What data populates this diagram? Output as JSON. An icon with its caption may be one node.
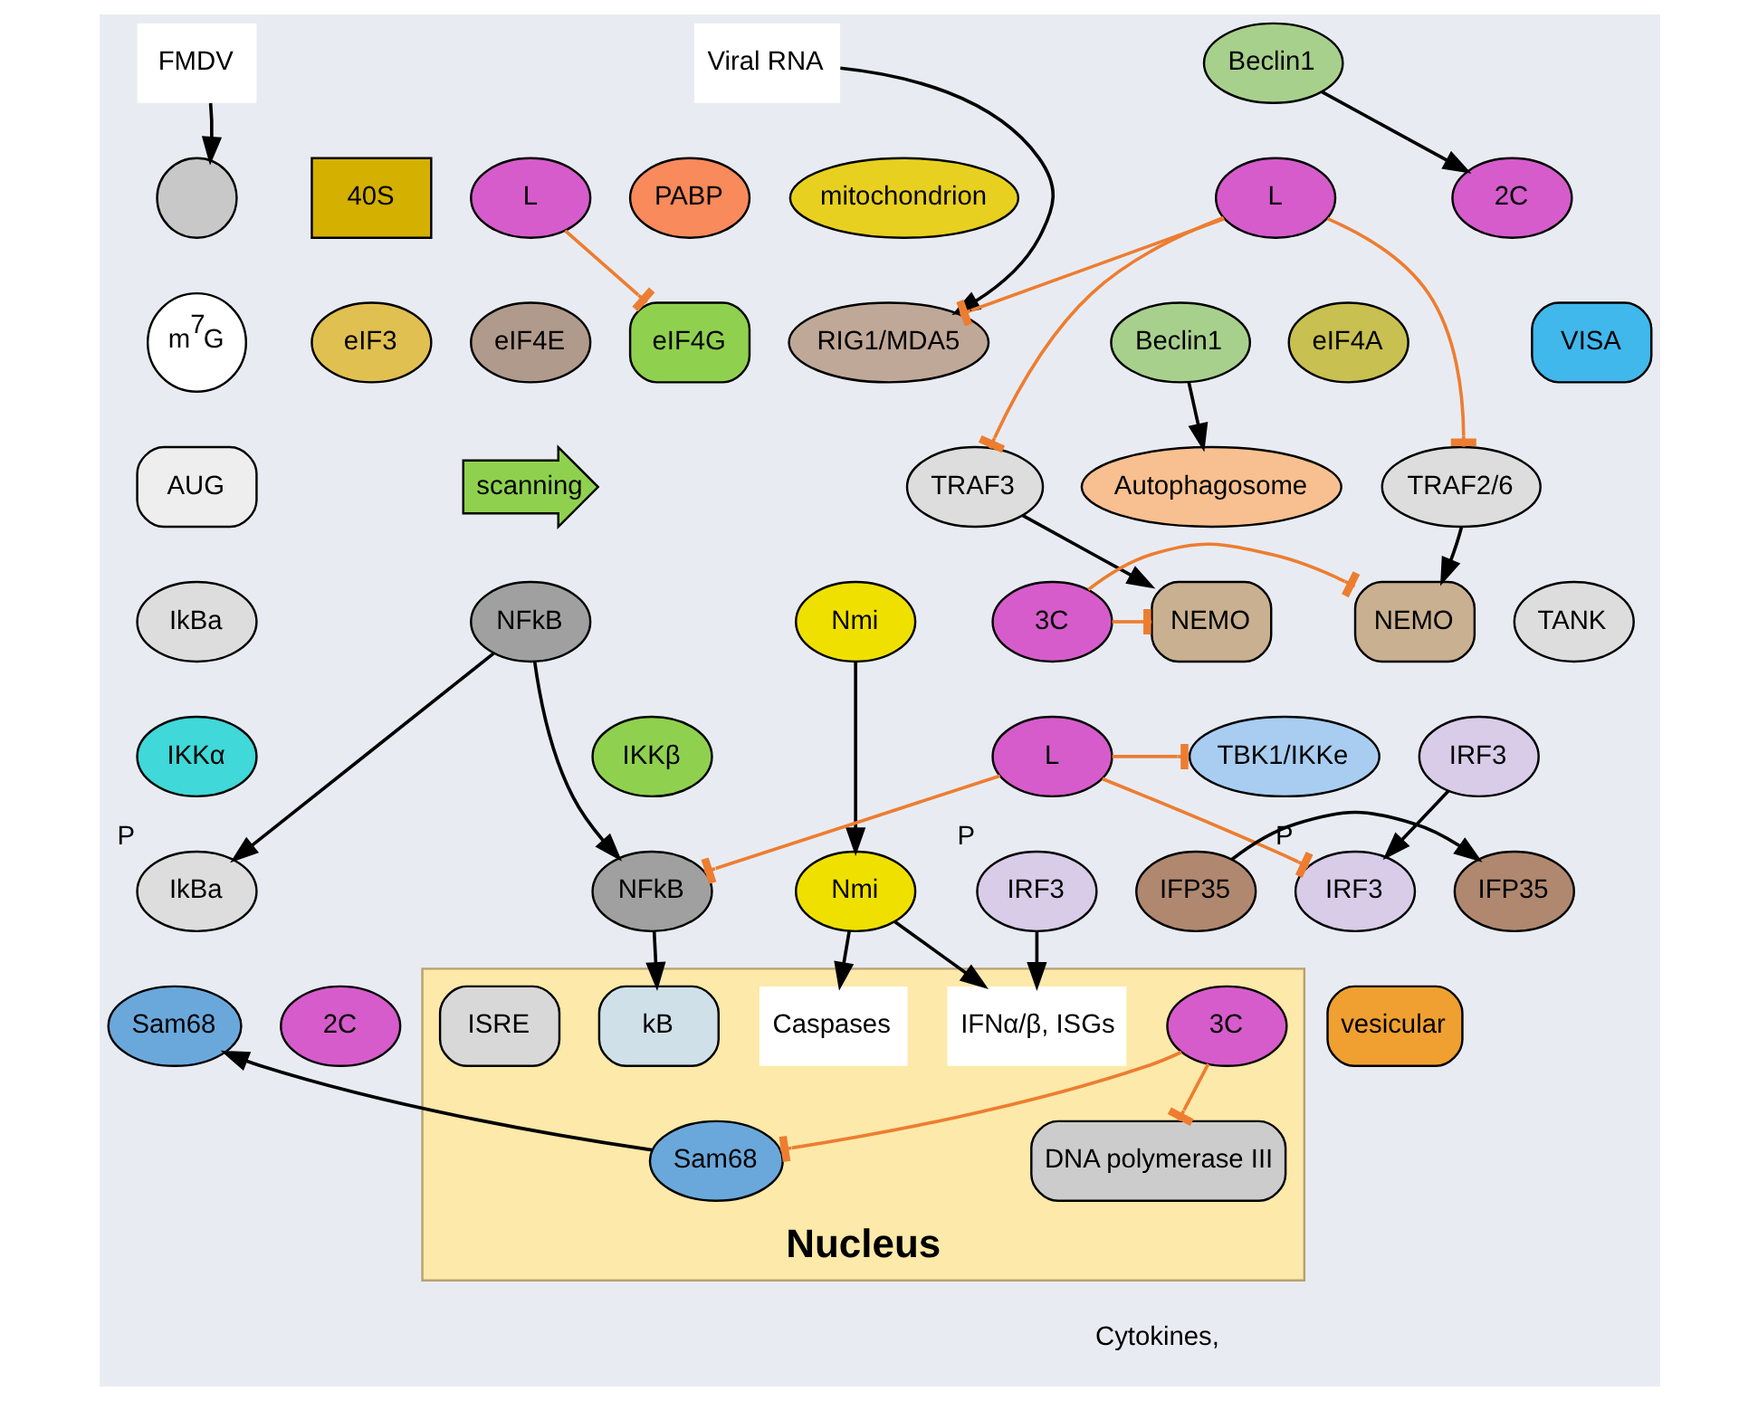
{
  "diagram": {
    "nodes": [
      {
        "text": [
          "FMDV"
        ]
      },
      {
        "text": [],
        "shape": "circle"
      },
      {
        "text": [
          "Viral RNA"
        ]
      },
      {
        "text": [
          "L"
        ]
      },
      {
        "text": [
          "PABP"
        ]
      },
      {
        "text": [
          "40S"
        ]
      },
      {
        "text": [
          "eIF4G"
        ]
      },
      {
        "text": [
          "eIF3"
        ]
      },
      {
        "text": [
          "eIF4E"
        ]
      },
      {
        "text": [
          "eIF4A"
        ]
      },
      {
        "text": [
          "m$^{7}$G"
        ]
      },
      {
        "text": [
          "scanning"
        ]
      },
      {
        "text": [
          "AUG"
        ]
      },
      {
        "text": [
          "RIG1/MDA5"
        ]
      },
      {
        "text": [
          "mitochondrion"
        ]
      },
      {
        "text": [
          "VISA"
        ]
      },
      {
        "text": [
          "TRAF2/6"
        ]
      },
      {
        "text": [
          "TRAF3"
        ]
      },
      {
        "text": [
          "L"
        ]
      },
      {
        "text": [
          "Beclin1"
        ]
      },
      {
        "text": [
          "2C"
        ]
      },
      {
        "text": [
          "Beclin1"
        ]
      },
      {
        "text": [
          "IkBa"
        ]
      },
      {
        "text": [
          "NFkB"
        ]
      },
      {
        "text": [
          "NEMO"
        ]
      },
      {
        "text": [
          "3C"
        ]
      },
      {
        "text": [
          "NEMO"
        ]
      },
      {
        "text": [
          "TANK"
        ]
      },
      {
        "text": [
          "IKKα"
        ]
      },
      {
        "text": [
          "IKKβ"
        ]
      },
      {
        "text": [
          "TBK1/IKKe"
        ]
      },
      {
        "text": [
          "Autophagosome"
        ]
      },
      {
        "text": [
          "Nmi"
        ]
      },
      {
        "text": [
          "IRF3"
        ]
      },
      {
        "text": [
          "IkBa"
        ],
        "beside": [
          "P"
        ]
      },
      {
        "text": [
          "L"
        ]
      },
      {
        "text": [
          "NFkB"
        ]
      },
      {
        "text": [
          "IRF3"
        ],
        "beside": [
          "P"
        ]
      },
      {
        "text": [
          "IRF3"
        ],
        "beside": [
          "P"
        ]
      },
      {
        "text": [
          "IFP35"
        ]
      },
      {
        "text": [
          "IFP35"
        ]
      },
      {
        "text": [
          "Sam68"
        ]
      },
      {
        "text": [
          "Nmi"
        ]
      },
      {
        "text": [
          "2C"
        ]
      },
      {
        "text": [
          "vesicular"
        ]
      },
      {
        "text": [
          "Nucleus"
        ]
      },
      {
        "text": [
          "3C"
        ],
        "in": 45
      },
      {
        "text": [
          "Sam68"
        ],
        "in": 45
      },
      {
        "text": [
          "DNA polymerase III"
        ],
        "in": 45
      },
      {
        "text": [
          "kB"
        ],
        "in": 45
      },
      {
        "text": [
          "IFNα/β, ISGs"
        ],
        "in": 45
      },
      {
        "text": [
          "Caspases"
        ],
        "in": 45
      },
      {
        "text": [
          "ISRE"
        ],
        "in": 45
      }
    ],
    "edges": [
      {
        "from": 0,
        "to": 1,
        "arrow": "to"
      },
      {
        "from": 2,
        "to": 13,
        "arrow": "to"
      },
      {
        "from": 3,
        "to": 6,
        "arrow": "other",
        "color": "#ed7d31"
      },
      {
        "from": 18,
        "to": 13,
        "arrow": "other",
        "color": "#ed7d31"
      },
      {
        "from": 18,
        "to": 16,
        "arrow": "other",
        "color": "#ed7d31"
      },
      {
        "from": 18,
        "to": 17,
        "arrow": "other",
        "color": "#ed7d31"
      },
      {
        "from": 16,
        "to": 24,
        "arrow": "to"
      },
      {
        "from": 17,
        "to": 26,
        "arrow": "to"
      },
      {
        "from": 25,
        "to": 24,
        "arrow": "other",
        "color": "#ed7d31"
      },
      {
        "from": 25,
        "to": 26,
        "arrow": "other",
        "color": "#ed7d31"
      },
      {
        "from": 19,
        "to": 20,
        "arrow": "to"
      },
      {
        "from": 21,
        "to": 31,
        "arrow": "to"
      },
      {
        "from": 23,
        "to": 34,
        "arrow": "to"
      },
      {
        "from": 23,
        "to": 36,
        "arrow": "to"
      },
      {
        "from": 35,
        "to": 30,
        "arrow": "other",
        "color": "#ed7d31"
      },
      {
        "from": 35,
        "to": 36,
        "arrow": "other",
        "color": "#ed7d31"
      },
      {
        "from": 35,
        "to": 37,
        "arrow": "other",
        "color": "#ed7d31"
      },
      {
        "from": 33,
        "to": 37,
        "arrow": "to"
      },
      {
        "from": 32,
        "to": 42,
        "arrow": "to"
      },
      {
        "from": 40,
        "to": 39,
        "arrow": "to"
      },
      {
        "from": 42,
        "to": 50,
        "arrow": "to"
      },
      {
        "from": 42,
        "to": 51,
        "arrow": "to"
      },
      {
        "from": 38,
        "to": 50,
        "arrow": "to"
      },
      {
        "from": 36,
        "to": 49,
        "arrow": "to"
      },
      {
        "from": 47,
        "to": 41,
        "arrow": "to"
      },
      {
        "from": 46,
        "to": 47,
        "arrow": "other",
        "color": "#ed7d31"
      },
      {
        "from": 46,
        "to": 48,
        "arrow": "other",
        "color": "#ed7d31"
      }
    ],
    "labels": [
      "Cytokines,"
    ]
  }
}
